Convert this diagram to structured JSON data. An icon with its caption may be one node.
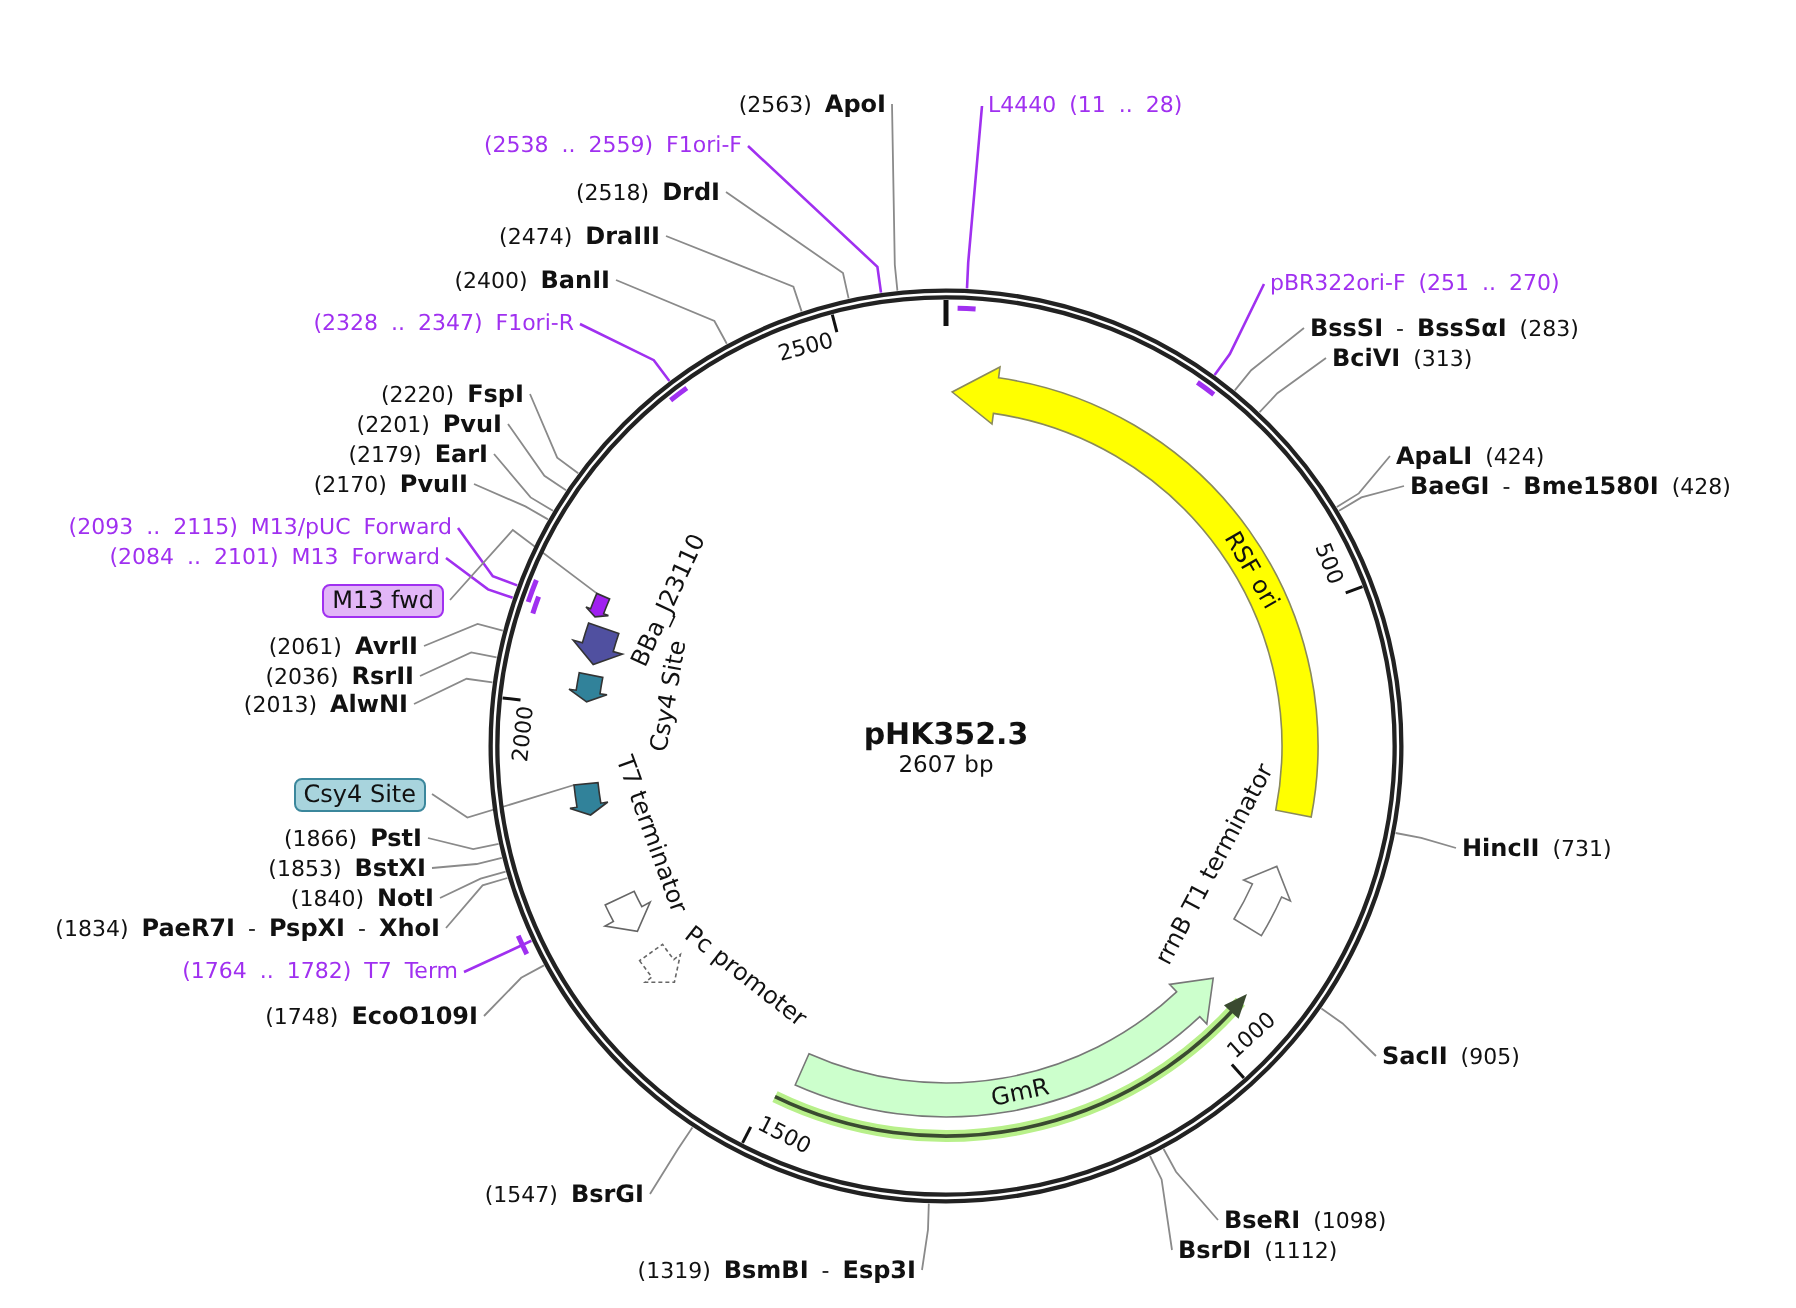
{
  "diagram": {
    "nodes": [
      {
        "text": [
          "pHK352.3",
          "2607 bp"
        ]
      },
      {
        "text": [
          "RSF ori"
        ],
        "in": 0
      },
      {
        "text": [],
        "shape": "arrow",
        "beside": [
          "rrnB T1 terminator"
        ],
        "in": 0
      },
      {
        "text": [
          "GmR"
        ],
        "in": 0
      },
      {
        "text": [],
        "shape": "arrow",
        "beside": [
          "Pc promoter"
        ],
        "in": 0
      },
      {
        "text": [],
        "shape": "arrow",
        "beside": [
          "T7 terminator"
        ],
        "in": 0
      },
      {
        "text": [],
        "shape": "arrow",
        "beside": [
          "Csy4 Site"
        ],
        "in": 0
      },
      {
        "text": [],
        "shape": "arrow",
        "beside": [
          "BBa_J23110"
        ],
        "in": 0
      },
      {
        "text": [],
        "shape": "arrow",
        "in": 0
      },
      {
        "text": [],
        "shape": "arrow",
        "in": 0
      },
      {
        "text": [
          "(2563) **ApoI**"
        ]
      },
      {
        "text": [
          "L4440 (11 .. 28)"
        ]
      },
      {
        "text": [
          "(2538 .. 2559) F1ori-F"
        ]
      },
      {
        "text": [
          "(2518) **DrdI**"
        ]
      },
      {
        "text": [
          "(2474) **DraIII**"
        ]
      },
      {
        "text": [
          "(2400) **BanII**"
        ]
      },
      {
        "text": [
          "pBR322ori-F (251 .. 270)"
        ]
      },
      {
        "text": [
          "(2328 .. 2347) F1ori-R"
        ]
      },
      {
        "text": [
          "**BssSI** - **BssSαI** (283)"
        ]
      },
      {
        "text": [
          "**BciVI** (313)"
        ]
      },
      {
        "text": [
          "(2220) **FspI**"
        ]
      },
      {
        "text": [
          "(2201) **PvuI**"
        ]
      },
      {
        "text": [
          "(2179) **EarI**"
        ]
      },
      {
        "text": [
          "**ApaLI** (424)"
        ]
      },
      {
        "text": [
          "(2170) **PvuII**"
        ]
      },
      {
        "text": [
          "**BaeGI** - **Bme1580I** (428)"
        ]
      },
      {
        "text": [
          "(2093 .. 2115) M13/pUC Forward"
        ]
      },
      {
        "text": [
          "(2084 .. 2101) M13 Forward"
        ]
      },
      {
        "text": [
          "M13 fwd"
        ]
      },
      {
        "text": [
          "(2061) **AvrII**"
        ]
      },
      {
        "text": [
          "(2036) **RsrII**"
        ]
      },
      {
        "text": [
          "(2013) **AlwNI**"
        ]
      },
      {
        "text": [
          "Csy4 Site"
        ]
      },
      {
        "text": [
          "(1866) **PstI**"
        ]
      },
      {
        "text": [
          "**HincII** (731)"
        ]
      },
      {
        "text": [
          "(1853) **BstXI**"
        ]
      },
      {
        "text": [
          "(1840) **NotI**"
        ]
      },
      {
        "text": [
          "(1834) **PaeR7I** - **PspXI** - **XhoI**"
        ]
      },
      {
        "text": [
          "(1764 .. 1782) T7 Term"
        ]
      },
      {
        "text": [
          "(1748) **EcoO109I**"
        ]
      },
      {
        "text": [
          "**SacII** (905)"
        ]
      },
      {
        "text": [
          "(1547) **BsrGI**"
        ]
      },
      {
        "text": [
          "**BseRI** (1098)"
        ]
      },
      {
        "text": [
          "**BsrDI** (1112)"
        ]
      },
      {
        "text": [
          "(1319) **BsmBI** - **Esp3I**"
        ]
      }
    ],
    "edges": [
      {
        "from": 10,
        "to": 0,
        "arrow": "none"
      },
      {
        "from": 11,
        "to": 0,
        "arrow": "none",
        "color": "#a030f0"
      },
      {
        "from": 12,
        "to": 0,
        "arrow": "none",
        "color": "#a030f0"
      },
      {
        "from": 13,
        "to": 0,
        "arrow": "none"
      },
      {
        "from": 14,
        "to": 0,
        "arrow": "none"
      },
      {
        "from": 15,
        "to": 0,
        "arrow": "none"
      },
      {
        "from": 16,
        "to": 0,
        "arrow": "none",
        "color": "#a030f0"
      },
      {
        "from": 17,
        "to": 0,
        "arrow": "none",
        "color": "#a030f0"
      },
      {
        "from": 18,
        "to": 0,
        "arrow": "none"
      },
      {
        "from": 19,
        "to": 0,
        "arrow": "none"
      },
      {
        "from": 20,
        "to": 0,
        "arrow": "none"
      },
      {
        "from": 21,
        "to": 0,
        "arrow": "none"
      },
      {
        "from": 22,
        "to": 0,
        "arrow": "none"
      },
      {
        "from": 23,
        "to": 0,
        "arrow": "none"
      },
      {
        "from": 24,
        "to": 0,
        "arrow": "none"
      },
      {
        "from": 25,
        "to": 0,
        "arrow": "none"
      },
      {
        "from": 26,
        "to": 0,
        "arrow": "none",
        "color": "#a030f0"
      },
      {
        "from": 27,
        "to": 0,
        "arrow": "none",
        "color": "#a030f0"
      },
      {
        "from": 28,
        "to": 8,
        "arrow": "none"
      },
      {
        "from": 29,
        "to": 0,
        "arrow": "none"
      },
      {
        "from": 30,
        "to": 0,
        "arrow": "none"
      },
      {
        "from": 31,
        "to": 0,
        "arrow": "none"
      },
      {
        "from": 32,
        "to": 9,
        "arrow": "none"
      },
      {
        "from": 33,
        "to": 0,
        "arrow": "none"
      },
      {
        "from": 34,
        "to": 0,
        "arrow": "none"
      },
      {
        "from": 35,
        "to": 0,
        "arrow": "none"
      },
      {
        "from": 36,
        "to": 0,
        "arrow": "none"
      },
      {
        "from": 37,
        "to": 0,
        "arrow": "none"
      },
      {
        "from": 38,
        "to": 0,
        "arrow": "none",
        "color": "#a030f0"
      },
      {
        "from": 39,
        "to": 0,
        "arrow": "none"
      },
      {
        "from": 40,
        "to": 0,
        "arrow": "none"
      },
      {
        "from": 41,
        "to": 0,
        "arrow": "none"
      },
      {
        "from": 42,
        "to": 0,
        "arrow": "none"
      },
      {
        "from": 43,
        "to": 0,
        "arrow": "none"
      },
      {
        "from": 44,
        "to": 0,
        "arrow": "none"
      }
    ],
    "labels": [
      "500",
      "1000",
      "1500",
      "2000",
      "2500"
    ]
  }
}
